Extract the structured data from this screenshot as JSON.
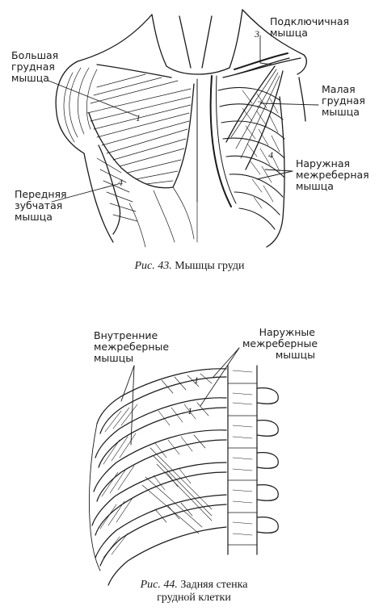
{
  "figure43": {
    "caption_prefix": "Рис. 43.",
    "caption_text": "Мышцы груди",
    "labels": {
      "pectoralis_major": "Большая\nгрудная\nмышца",
      "subclavius": "Подключичная\nмышца",
      "pectoralis_minor": "Малая\nгрудная\nмышца",
      "external_intercostal": "Наружная\nмежреберная\nмышца",
      "serratus_anterior": "Передняя\nзубчатая\nмышца"
    },
    "markers": [
      "1",
      "2",
      "3",
      "4",
      "4"
    ]
  },
  "figure44": {
    "caption_prefix": "Рис. 44.",
    "caption_text": "Задняя стенка\nгрудной клетки",
    "labels": {
      "internal_intercostals": "Внутренние\nмежреберные\nмышцы",
      "external_intercostals": "Наружные\nмежреберные\nмышцы"
    },
    "markers": [
      "1",
      "1"
    ]
  },
  "colors": {
    "ink": "#1a1a1a",
    "paper": "#ffffff"
  }
}
